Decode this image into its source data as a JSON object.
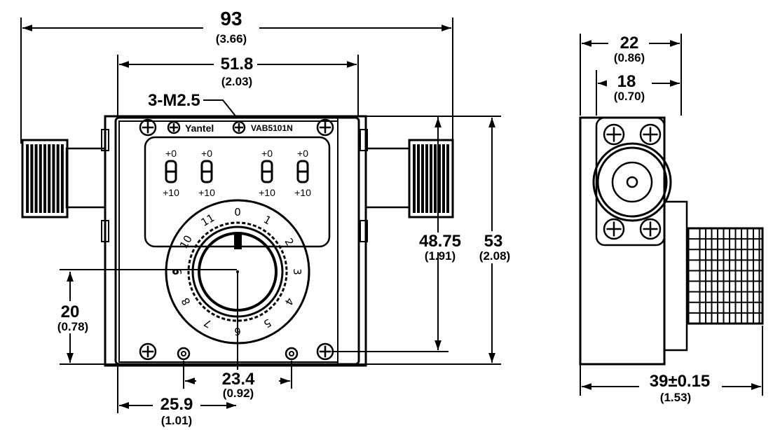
{
  "dimensions": {
    "overall_length": {
      "value": "93",
      "inch": "(3.66)"
    },
    "body_length": {
      "value": "51.8",
      "inch": "(2.03)"
    },
    "holes": {
      "value": "3-M2.5"
    },
    "bottom_hole_spacing": {
      "value": "23.4",
      "inch": "(0.92)"
    },
    "left_offset": {
      "value": "25.9",
      "inch": "(1.01)"
    },
    "shaft_height": {
      "value": "20",
      "inch": "(0.78)"
    },
    "connector_height": {
      "value": "48.75",
      "inch": "(1.91)"
    },
    "overall_height": {
      "value": "53",
      "inch": "(2.08)"
    },
    "side_width": {
      "value": "22",
      "inch": "(0.86)"
    },
    "side_inner_width": {
      "value": "18",
      "inch": "(0.70)"
    },
    "side_depth": {
      "value": "39±0.15",
      "inch": "(1.53)"
    }
  },
  "labels": {
    "brand": "Yantel",
    "model": "VAB5101N"
  },
  "switches": [
    {
      "top": "+0",
      "bottom": "+10"
    },
    {
      "top": "+0",
      "bottom": "+10"
    },
    {
      "top": "+0",
      "bottom": "+10"
    },
    {
      "top": "+0",
      "bottom": "+10"
    }
  ],
  "dial_numbers": [
    "0",
    "1",
    "2",
    "3",
    "4",
    "5",
    "6",
    "7",
    "8",
    "9",
    "10",
    "11"
  ]
}
